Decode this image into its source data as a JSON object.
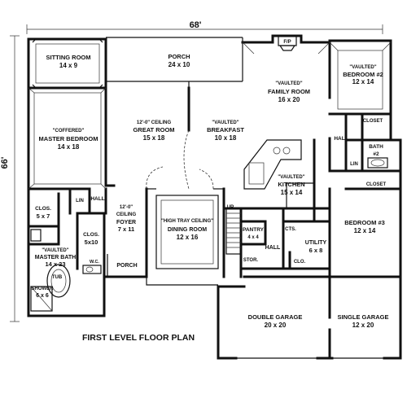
{
  "dimensions": {
    "width": "68'",
    "depth": "66'"
  },
  "title": "FIRST LEVEL FLOOR PLAN",
  "rooms": {
    "sitting_room": {
      "name": "SITTING ROOM",
      "size": "14 x 9"
    },
    "porch_rear": {
      "name": "PORCH",
      "size": "24 x 10"
    },
    "fp": {
      "name": "F/P"
    },
    "family_room": {
      "note": "\"VAULTED\"",
      "name": "FAMILY ROOM",
      "size": "16 x 20"
    },
    "bedroom2": {
      "note": "\"VAULTED\"",
      "name": "BEDROOM #2",
      "size": "12 x 14"
    },
    "closet_b2": {
      "name": "CLOSET"
    },
    "bath2": {
      "name": "BATH",
      "number": "#2"
    },
    "lin_b2": {
      "name": "LIN"
    },
    "closet_b3": {
      "name": "CLOSET"
    },
    "master_bedroom": {
      "note": "\"COFFERED\"",
      "name": "MASTER BEDROOM",
      "size": "14 x 18"
    },
    "great_room": {
      "note": "12'-0\" CEILING",
      "name": "GREAT ROOM",
      "size": "15 x 18"
    },
    "breakfast": {
      "note": "\"VAULTED\"",
      "name": "BREAKFAST",
      "size": "10 x 18"
    },
    "hall_right": {
      "name": "HALL"
    },
    "kitchen": {
      "note": "\"VAULTED\"",
      "name": "KITCHEN",
      "size": "15 x 14"
    },
    "bedroom3": {
      "name": "BEDROOM #3",
      "size": "12 x 14"
    },
    "clos_left": {
      "name": "CLOS.",
      "size": "5 x 7"
    },
    "lin_master": {
      "name": "LIN"
    },
    "hall_master": {
      "name": "HALL"
    },
    "foyer": {
      "note1": "12'-0\"",
      "note2": "CEILING",
      "name": "FOYER",
      "size": "7 x 11"
    },
    "dining_room": {
      "note": "\"HIGH TRAY CEILING\"",
      "name": "DINING ROOM",
      "size": "12 x 16"
    },
    "up": {
      "name": "UP"
    },
    "pantry": {
      "name": "PANTRY",
      "size": "4 x 4"
    },
    "cts": {
      "name": "CTS."
    },
    "clos_master2": {
      "name": "CLOS.",
      "size": "5x10"
    },
    "master_bath": {
      "note": "\"VAULTED\"",
      "name": "MASTER BATH",
      "size": "14 x 23"
    },
    "tub": {
      "name": "TUB"
    },
    "wc": {
      "name": "W.C."
    },
    "shower": {
      "name": "SHOWER",
      "size": "6 x 6"
    },
    "porch_front": {
      "name": "PORCH"
    },
    "hall_center": {
      "name": "HALL"
    },
    "utility": {
      "name": "UTILITY",
      "size": "6 x 8"
    },
    "stor": {
      "name": "STOR."
    },
    "clo": {
      "name": "CLO."
    },
    "double_garage": {
      "name": "DOUBLE GARAGE",
      "size": "20 x 20"
    },
    "single_garage": {
      "name": "SINGLE GARAGE",
      "size": "12 x 20"
    }
  }
}
